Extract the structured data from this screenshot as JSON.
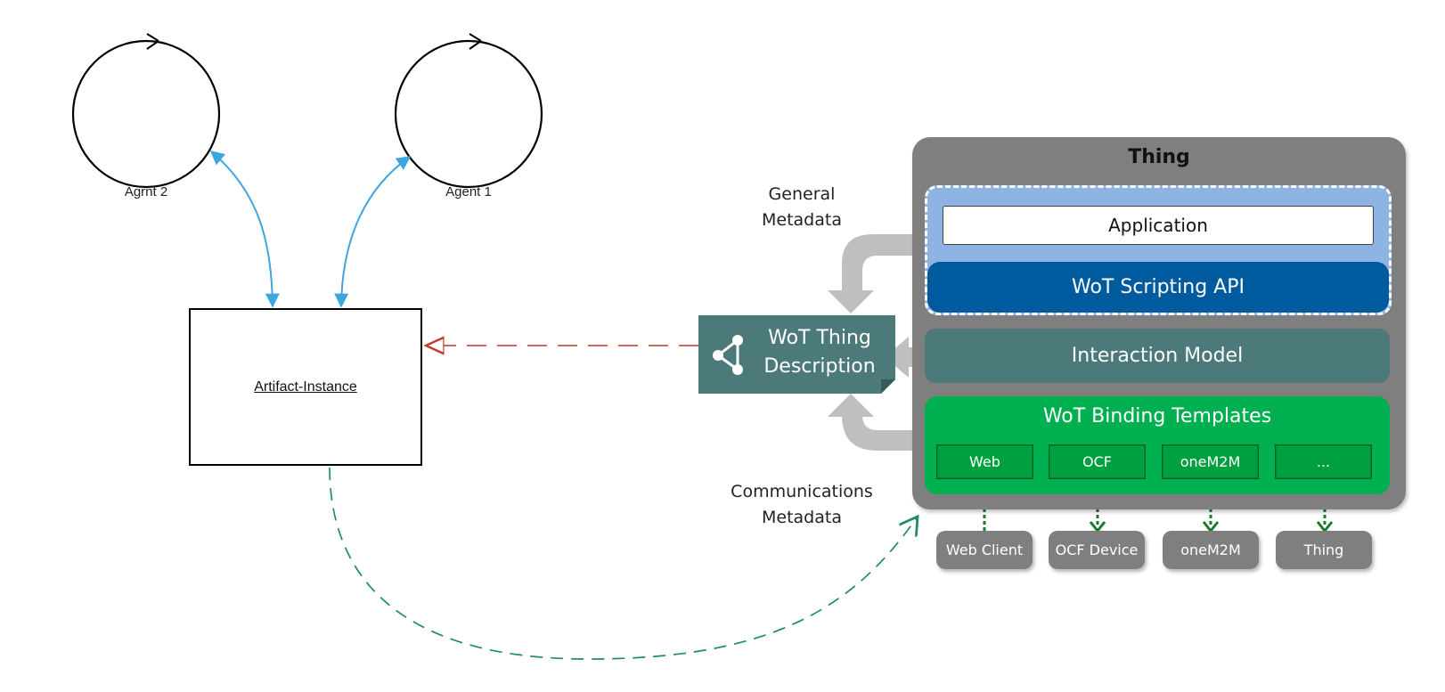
{
  "agents": [
    {
      "label": "Agrnt 2"
    },
    {
      "label": "Agent 1"
    }
  ],
  "artifact": {
    "label": "Artifact-Instance"
  },
  "metadata": {
    "general": [
      "General",
      "Metadata"
    ],
    "communications": [
      "Communications",
      "Metadata"
    ]
  },
  "thing_description": {
    "line1": "WoT Thing",
    "line2": "Description"
  },
  "thing": {
    "title": "Thing",
    "application": "Application",
    "scripting_api": "WoT Scripting API",
    "interaction_model": "Interaction Model",
    "binding_templates": "WoT Binding Templates",
    "bindings": [
      "Web",
      "OCF",
      "oneM2M",
      "..."
    ],
    "devices": [
      "Web Client",
      "OCF Device",
      "oneM2M",
      "Thing"
    ]
  },
  "colors": {
    "agent_arrow": "#3ea6de",
    "dashed_red": "#c0392b",
    "dashed_teal": "#1f8a6e",
    "panel_gray": "#7f7f7f",
    "teal": "#4c7a7b",
    "green": "#00b050",
    "blue": "#005a9e",
    "light_blue": "#8eb4e3",
    "device_arrow": "#1a7a2a",
    "gray_arrow": "#bfbfbf"
  }
}
